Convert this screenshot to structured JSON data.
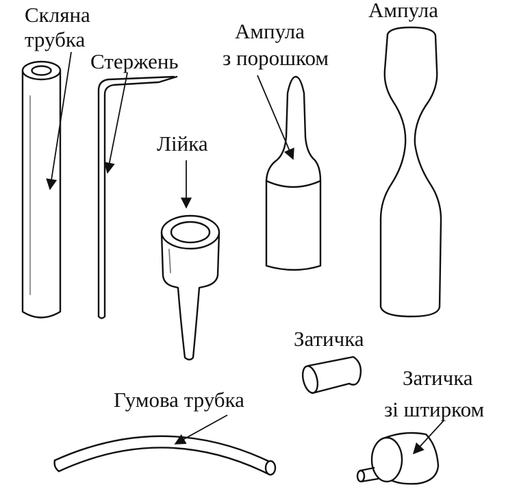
{
  "labels": {
    "glass_tube": [
      "Скляна",
      "трубка"
    ],
    "rod": "Стержень",
    "ampoule_powder": [
      "Ампула",
      "з порошком"
    ],
    "ampoule": "Ампула",
    "funnel": "Лійка",
    "plug": "Затичка",
    "plug_pin": [
      "Затичка",
      "зі штирком"
    ],
    "rubber_tube": "Гумова трубка"
  },
  "colors": {
    "ink": "#111111",
    "background": "#ffffff"
  }
}
